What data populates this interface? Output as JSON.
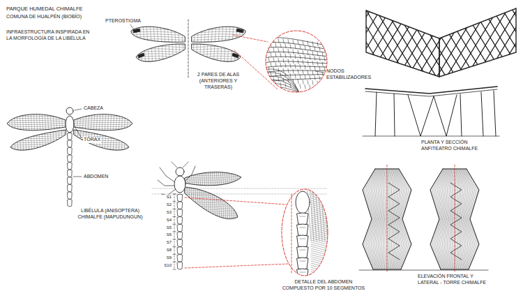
{
  "diagram": {
    "title": "PARQUE HUMEDAL CHIMALFE",
    "labels": [
      "COMUNA DE HUALPÉN (BIOBÍO)",
      "INFRAESTRUCTURA INSPIRADA EN LA MORFOLOGÍA DE LA LIBÉLULA",
      "PTEROSTIGMA",
      "2 PARES DE ALAS (ANTERIORES Y TRASERAS)",
      "NODOS ESTABILIZADORES",
      "CABEZA",
      "TÓRAX",
      "ABDOMEN",
      "LIBÉLULA (ANISOPTERA) CHIMALFE (MAPUDUNGUN)",
      "S1",
      "S2",
      "S3",
      "S4",
      "S5",
      "S6",
      "S7",
      "S8",
      "S9",
      "S10",
      "DETALLE DEL ABDOMEN COMPUESTO POR 10 SEGMENTOS",
      "PLANTA Y SECCIÓN ANFITEATRO CHIMALFE",
      "ELEVACIÓN FRONTAL Y LATERAL - TORRE CHIMALFE"
    ]
  }
}
